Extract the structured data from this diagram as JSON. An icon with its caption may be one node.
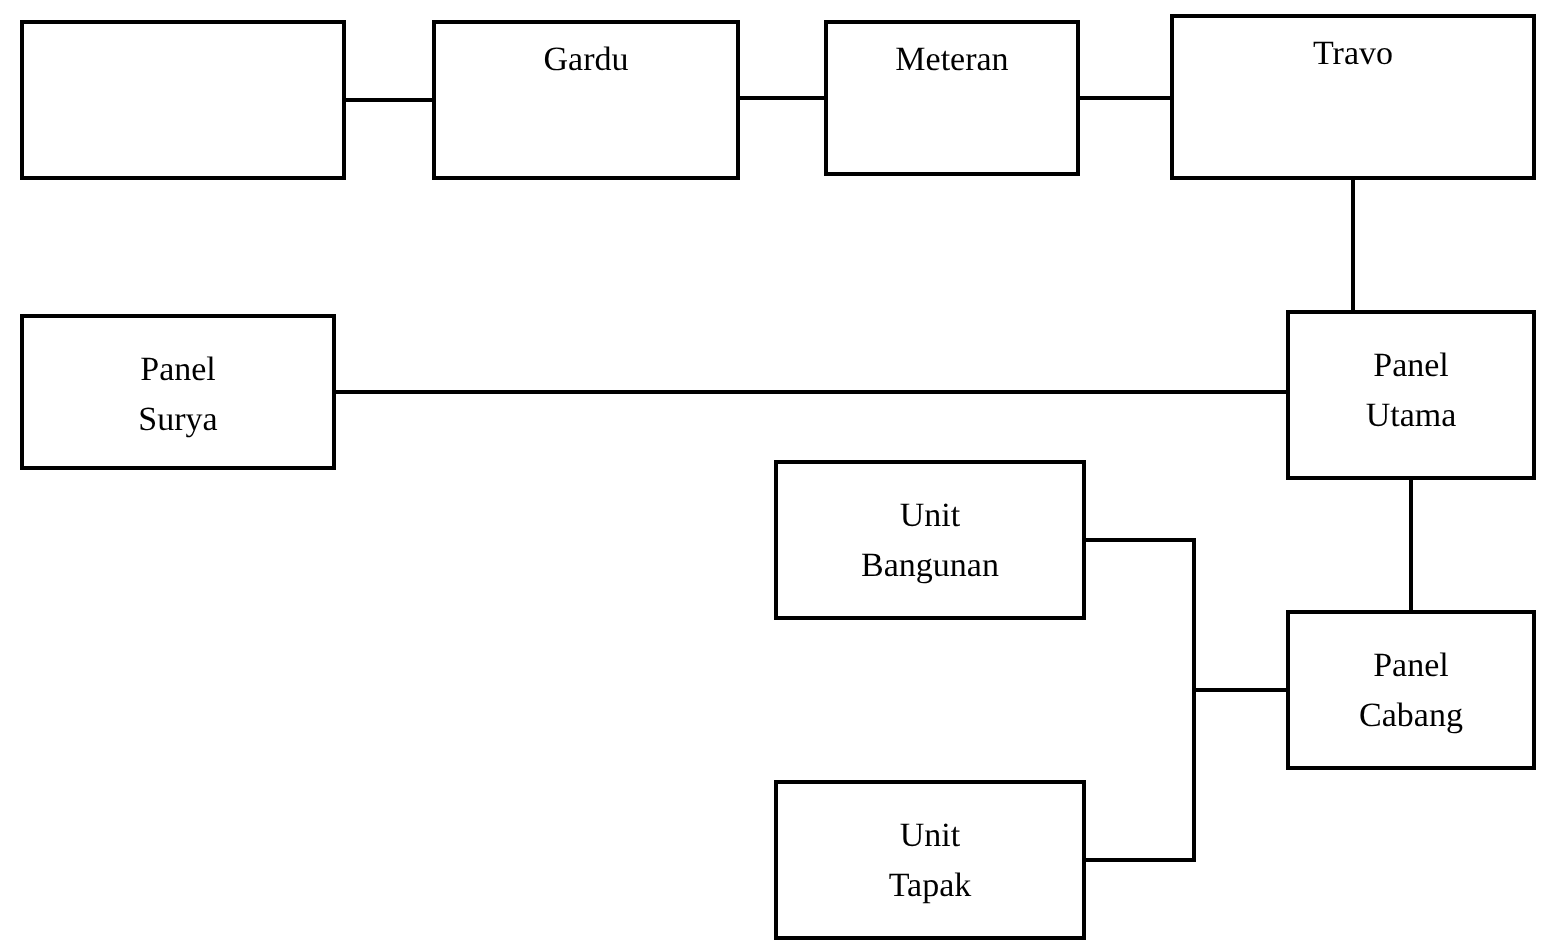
{
  "diagram": {
    "nodes": [
      {
        "text": [],
        "shape": "box"
      },
      {
        "text": [
          "Gardu"
        ]
      },
      {
        "text": [
          "Meteran"
        ]
      },
      {
        "text": [
          "Travo"
        ]
      },
      {
        "text": [
          "Panel Surya"
        ]
      },
      {
        "text": [
          "Panel Utama"
        ]
      },
      {
        "text": [
          "Unit Bangunan"
        ]
      },
      {
        "text": [
          "Panel Cabang"
        ]
      },
      {
        "text": [
          "Unit Tapak"
        ]
      }
    ],
    "edges": [
      {
        "from": 0,
        "to": 1,
        "arrow": "none"
      },
      {
        "from": 1,
        "to": 2,
        "arrow": "none"
      },
      {
        "from": 2,
        "to": 3,
        "arrow": "none"
      },
      {
        "from": 3,
        "to": 5,
        "arrow": "none"
      },
      {
        "from": 4,
        "to": 5,
        "arrow": "none"
      },
      {
        "from": 5,
        "to": 7,
        "arrow": "none"
      },
      {
        "from": 6,
        "to": 7,
        "arrow": "none"
      },
      {
        "from": 8,
        "to": 7,
        "arrow": "none"
      }
    ]
  }
}
